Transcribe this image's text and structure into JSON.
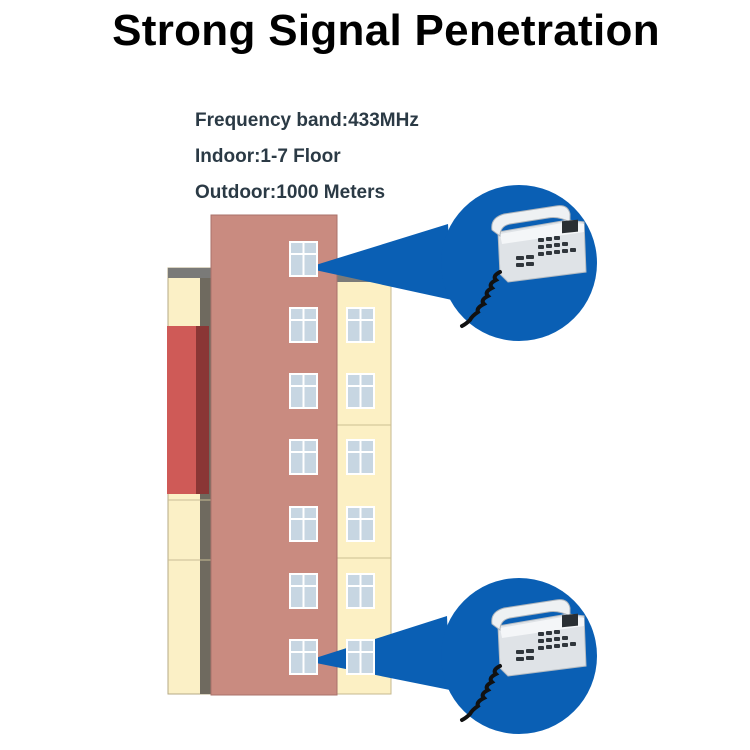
{
  "title": "Strong Signal Penetration",
  "specs": {
    "frequency": "Frequency band:433MHz",
    "indoor": "Indoor:1-7 Floor",
    "outdoor": "Outdoor:1000 Meters"
  },
  "colors": {
    "signal_blue": "#0a5fb4",
    "tower_brick": "#c98b80",
    "annex_cream": "#fcf0c4",
    "awning_red": "#cf5a57",
    "phone_body": "#e9ecef"
  },
  "icons": {
    "phone_top": "desk-phone-icon",
    "phone_bottom": "desk-phone-icon"
  }
}
